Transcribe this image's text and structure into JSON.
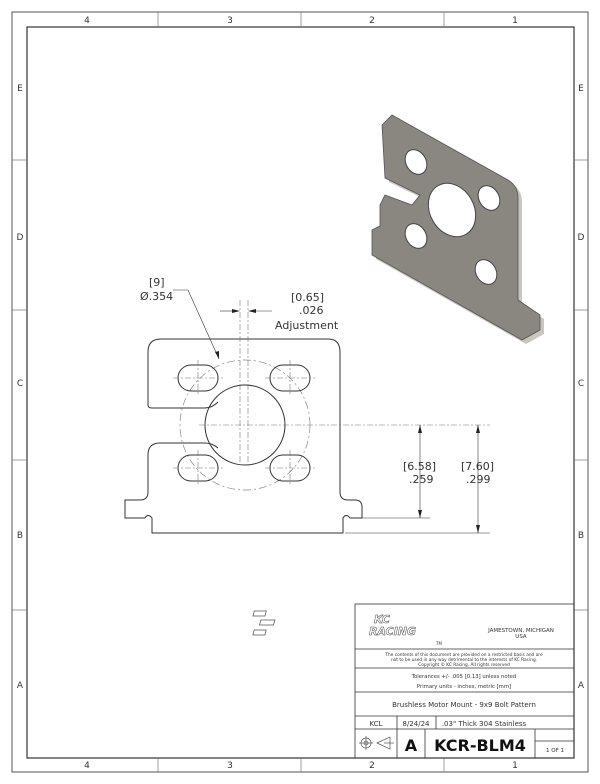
{
  "border": {
    "zones_top": [
      "4",
      "3",
      "2",
      "1"
    ],
    "zones_bottom": [
      "4",
      "3",
      "2",
      "1"
    ],
    "zones_left": [
      "E",
      "D",
      "C",
      "B",
      "A"
    ],
    "zones_right": [
      "E",
      "D",
      "C",
      "B",
      "A"
    ]
  },
  "dimensions": {
    "hole_metric": "[9]",
    "hole_inch": "Ø.354",
    "adjust_metric": "[0.65]",
    "adjust_inch": ".026",
    "adjust_label": "Adjustment",
    "height1_metric": "[6.58]",
    "height1_inch": ".259",
    "height2_metric": "[7.60]",
    "height2_inch": ".299"
  },
  "title_block": {
    "logo_line1": "KC",
    "logo_line2": "RACING",
    "logo_tm": "TM",
    "location_line1": "JAMESTOWN, MICHIGAN",
    "location_line2": "USA",
    "notice_line1": "The contents of this document are provided on a restricted basis and are",
    "notice_line2": "not to be used in any way detrimental to the interests of KC Racing.",
    "notice_line3": "Copyright © KC Racing. All rights reserved",
    "tolerance_line1": "Tolerances +/- .005 [0.13] unless noted",
    "tolerance_line2": "Primary units - inches, metric [mm]",
    "title": "Brushless Motor Mount - 9x9 Bolt Pattern",
    "drawn_by": "KCL",
    "date": "8/24/24",
    "material": ".03\" Thick 304 Stainless",
    "revision": "A",
    "part_number": "KCR-BLM4",
    "sheet": "1 OF 1"
  },
  "colors": {
    "line": "#333333",
    "part_fill": "#8a8680",
    "part_edge": "#c9c5bf"
  }
}
